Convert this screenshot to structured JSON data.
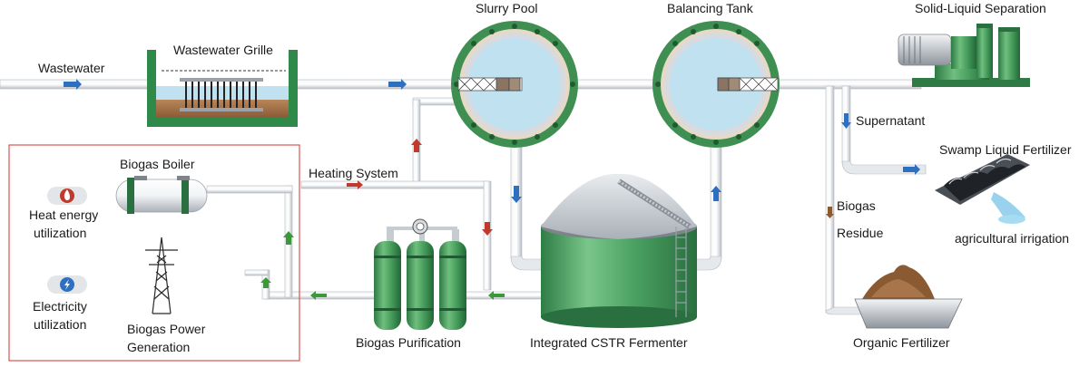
{
  "labels": {
    "wastewater": "Wastewater",
    "grille": "Wastewater Grille",
    "slurry_pool": "Slurry Pool",
    "balancing_tank": "Balancing Tank",
    "solid_liquid": "Solid-Liquid Separation",
    "supernatant": "Supernatant",
    "swamp_liquid": "Swamp Liquid Fertilizer",
    "irrigation": "agricultural irrigation",
    "biogas": "Biogas",
    "residue": "Residue",
    "organic_fertilizer": "Organic Fertilizer",
    "cstr": "Integrated CSTR Fermenter",
    "purification": "Biogas Purification",
    "heating": "Heating System",
    "boiler": "Biogas Boiler",
    "heat_util_1": "Heat energy",
    "heat_util_2": "utilization",
    "elec_util_1": "Electricity",
    "elec_util_2": "utilization",
    "power_gen_1": "Biogas Power",
    "power_gen_2": "Generation"
  },
  "icons": {
    "heat": "flame-icon",
    "electricity": "lightning-icon"
  },
  "colors": {
    "pipe": "#d7dbe0",
    "tank_green": "#3f8f52",
    "water": "#bfe1f0",
    "arrow_blue": "#2e6fbf",
    "arrow_red": "#c0392b",
    "arrow_green": "#3a9a3a",
    "border_red": "#d9534f"
  }
}
